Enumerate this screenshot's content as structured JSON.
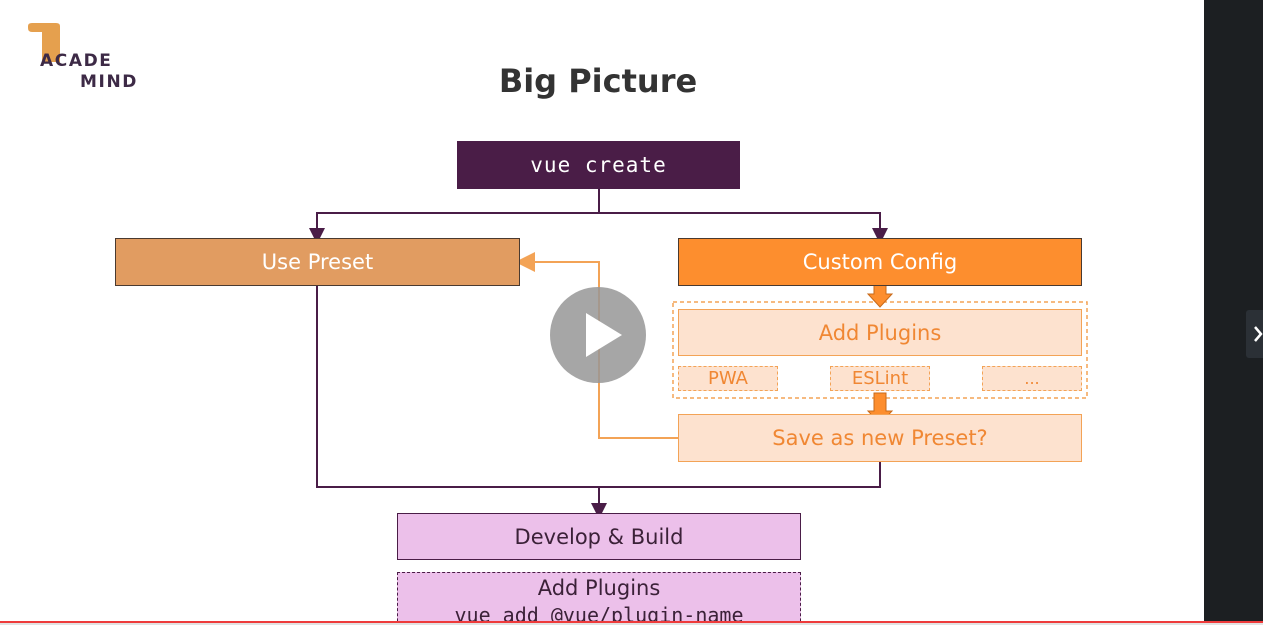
{
  "brand": {
    "line1": "ACADE",
    "line2": "MIND"
  },
  "slide": {
    "title": "Big Picture"
  },
  "diagram": {
    "vue_create": "vue create",
    "use_preset": "Use Preset",
    "custom_config": "Custom Config",
    "add_plugins": "Add Plugins",
    "plugins": [
      "PWA",
      "ESLint",
      "..."
    ],
    "save_preset": "Save as new Preset?",
    "develop_build": "Develop & Build",
    "add_plugins_later": "Add Plugins",
    "add_plugin_cmd": "vue add @vue/plugin-name"
  },
  "player": {
    "progress": 0.0
  },
  "colors": {
    "dark_purple": "#4a1d47",
    "preset_fill": "#e19c61",
    "custom_fill": "#fd8e2e",
    "plugin_fill": "#fde2cf",
    "plugin_text": "#f08733",
    "develop_fill": "#ecc0ea"
  },
  "icons": {
    "play": "play-icon",
    "next": "chevron-right-icon"
  }
}
